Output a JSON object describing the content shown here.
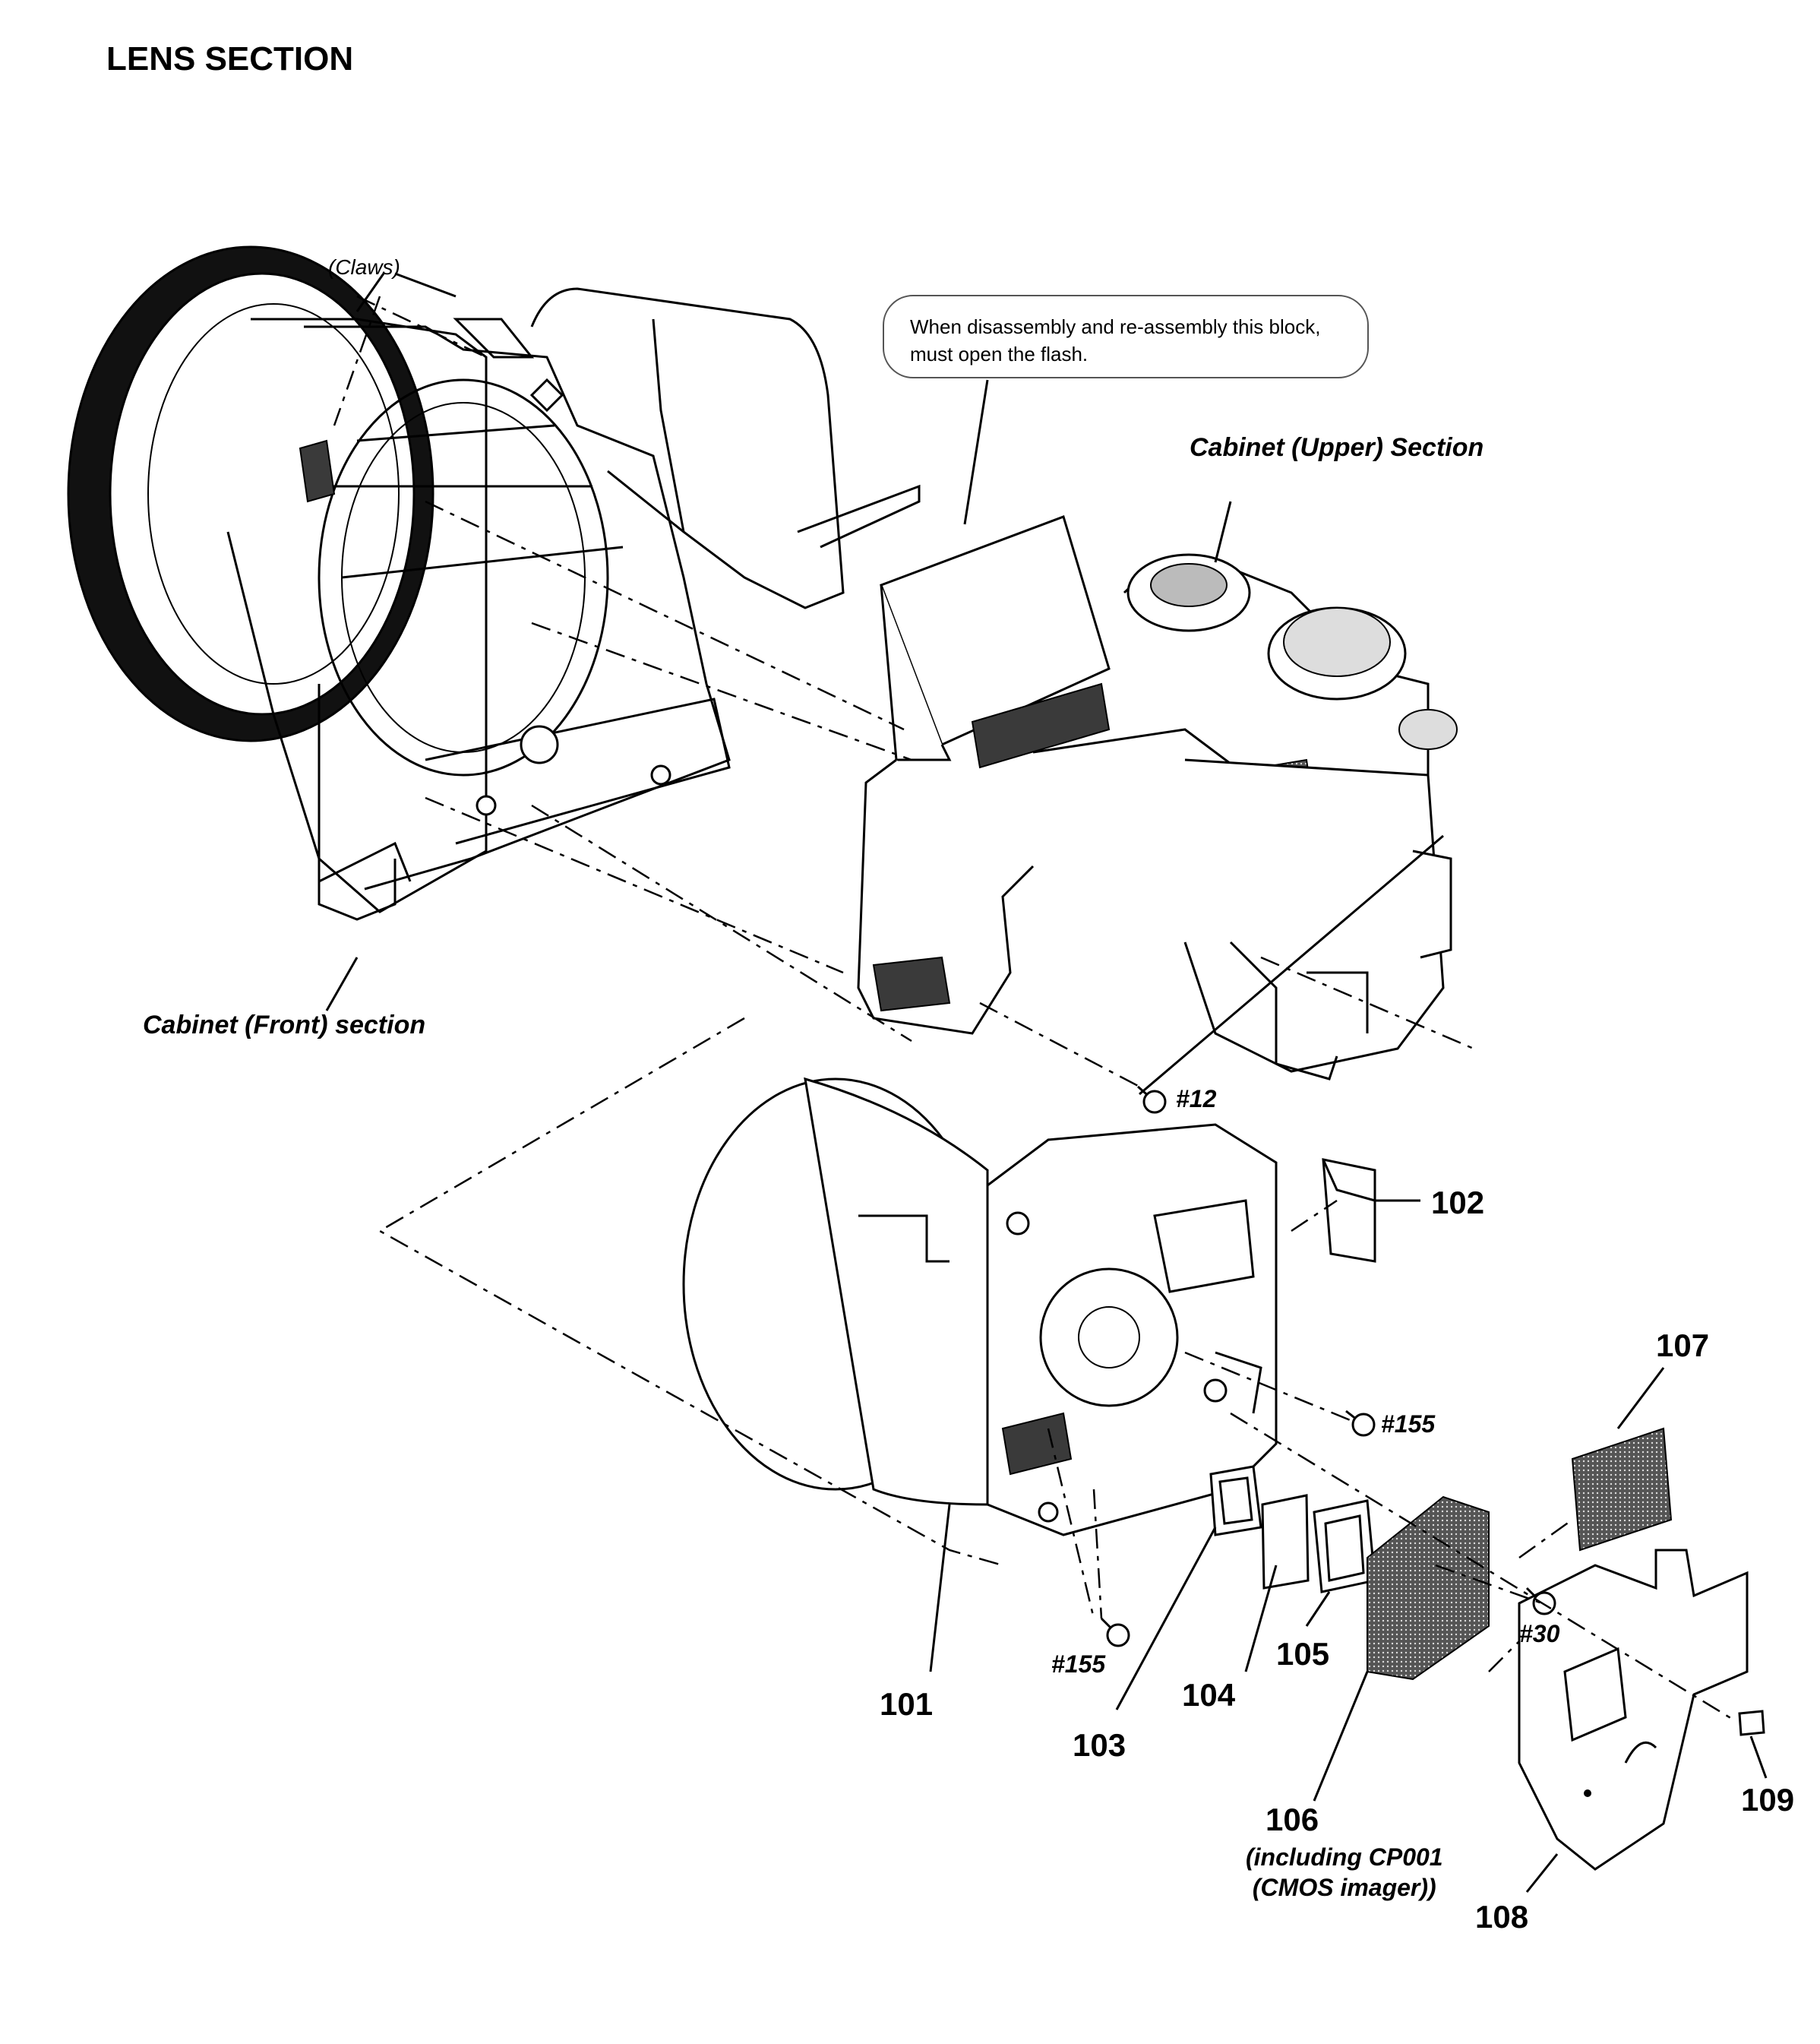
{
  "title": "LENS SECTION",
  "note": "When disassembly and re-assembly this block, must open the flash.",
  "section_labels": {
    "claws": "(Claws)",
    "cabinet_upper": "Cabinet (Upper) Section",
    "cabinet_front": "Cabinet (Front) section"
  },
  "screws": {
    "s12": "#12",
    "s155_a": "#155",
    "s155_b": "#155",
    "s30": "#30"
  },
  "parts": {
    "p101": "101",
    "p102": "102",
    "p103": "103",
    "p104": "104",
    "p105": "105",
    "p106": "106",
    "p107": "107",
    "p108": "108",
    "p109": "109"
  },
  "part_106_caption": {
    "line1": "(including CP001",
    "line2": "(CMOS imager))"
  }
}
